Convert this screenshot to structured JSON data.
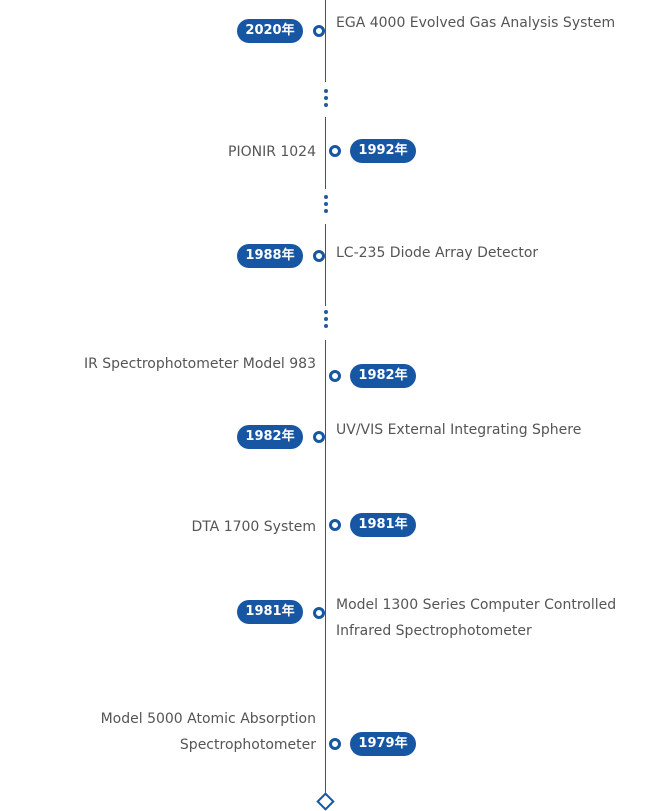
{
  "timeline": {
    "entries": [
      {
        "year": "2020年",
        "title": "EGA 4000 Evolved Gas Analysis System"
      },
      {
        "year": "1992年",
        "title": "PIONIR 1024"
      },
      {
        "year": "1988年",
        "title": "LC-235 Diode Array Detector"
      },
      {
        "year": "1982年",
        "title": "IR Spectrophotometer Model 983"
      },
      {
        "year": "1982年",
        "title": "UV/VIS External Integrating Sphere"
      },
      {
        "year": "1981年",
        "title": "DTA 1700 System"
      },
      {
        "year": "1981年",
        "title": "Model 1300 Series Computer Controlled",
        "title2": "Infrared Spectrophotometer"
      },
      {
        "year": "1979年",
        "title": "Model 5000 Atomic Absorption",
        "title2": "Spectrophotometer"
      }
    ]
  },
  "colors": {
    "accent": "#1756a3",
    "text": "#555555",
    "line": "#1f5c9e"
  }
}
